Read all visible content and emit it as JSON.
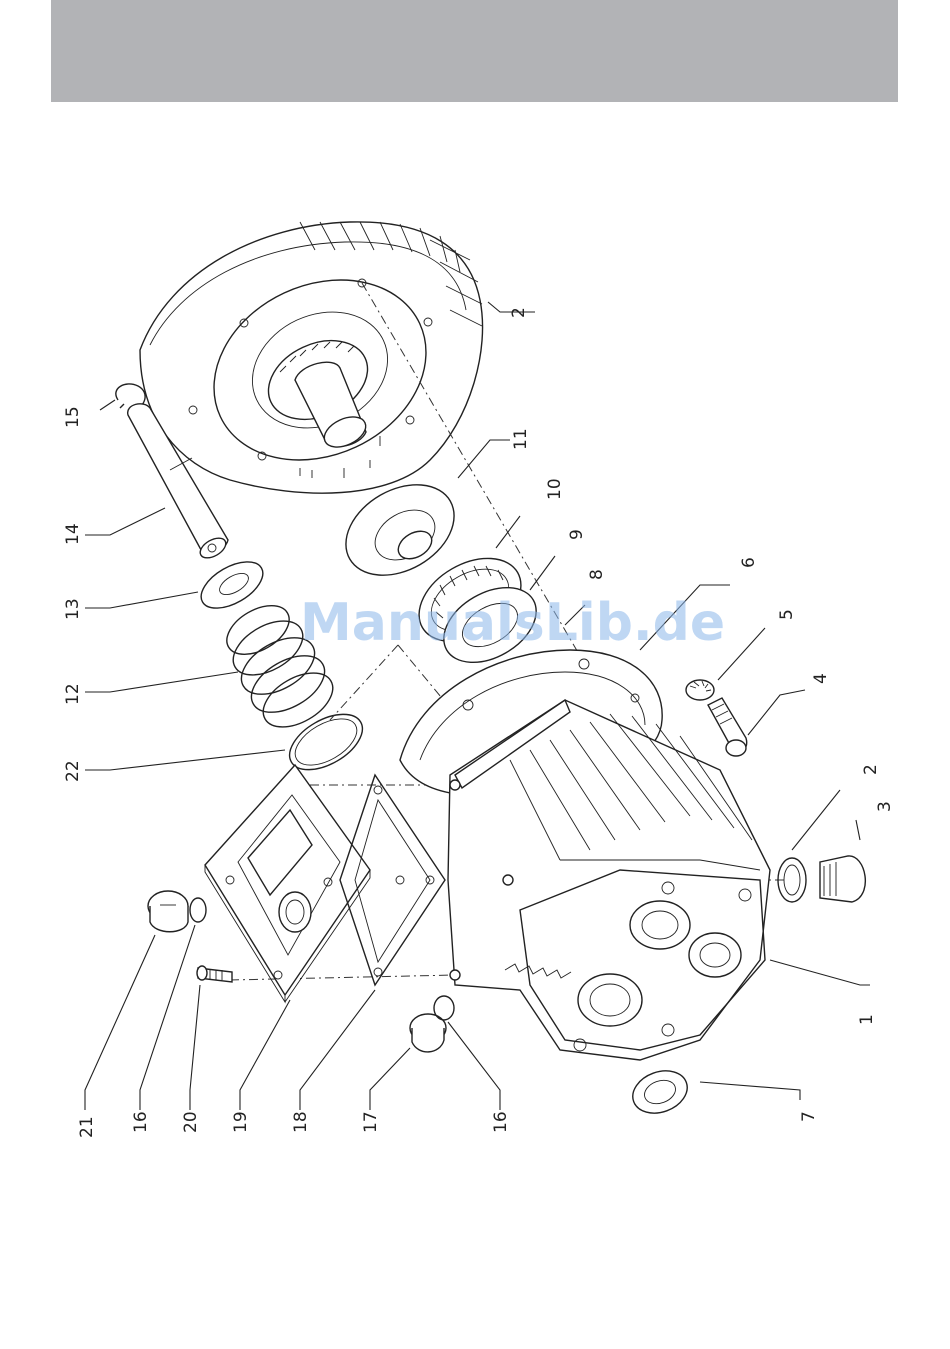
{
  "watermark": "ManualsLib.de",
  "callouts": {
    "c1": "1",
    "c2a": "2",
    "c2b": "2",
    "c3": "3",
    "c4": "4",
    "c5": "5",
    "c6": "6",
    "c7": "7",
    "c8": "8",
    "c9": "9",
    "c10": "10",
    "c11": "11",
    "c12": "12",
    "c13": "13",
    "c14": "14",
    "c15": "15",
    "c16a": "16",
    "c16b": "16",
    "c17": "17",
    "c18": "18",
    "c19": "19",
    "c20": "20",
    "c21": "21",
    "c22": "22"
  }
}
